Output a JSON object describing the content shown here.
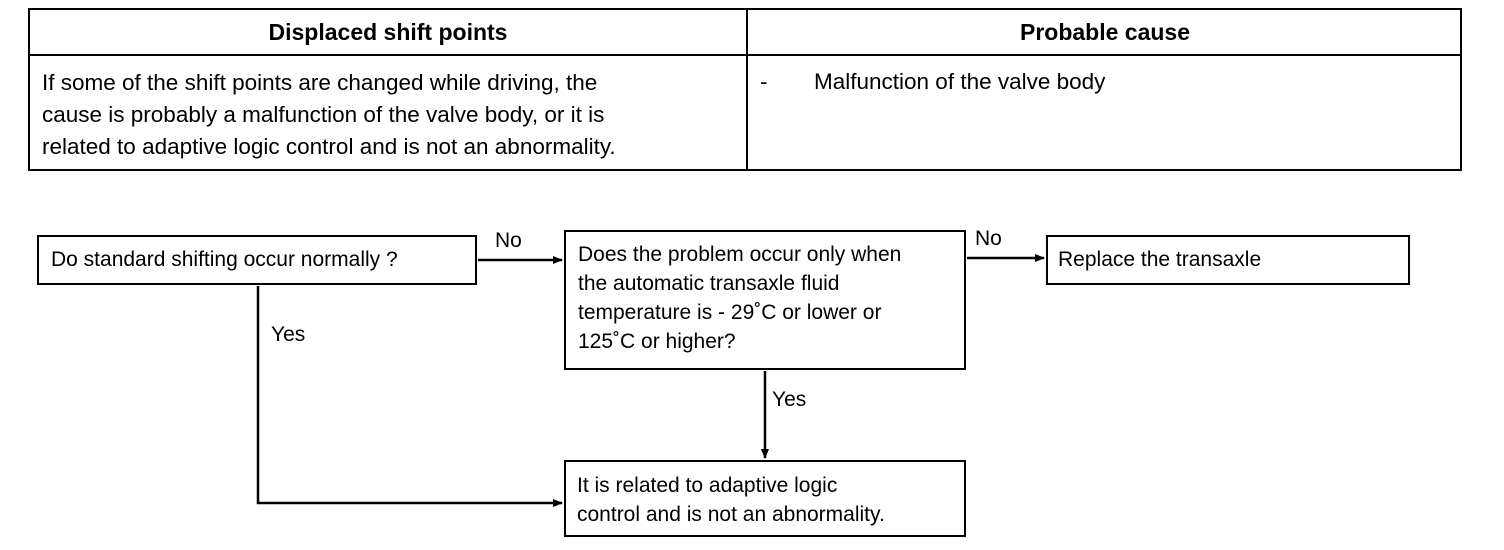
{
  "table": {
    "header_left": "Displaced shift points",
    "header_right": "Probable cause",
    "description_lines": [
      "If some of the shift points are changed while driving, the",
      "cause is probably a malfunction of the valve body, or it is",
      "related to adaptive logic control and is not an abnormality."
    ],
    "cause_bullet": "-",
    "cause": "Malfunction of the valve body"
  },
  "flowchart": {
    "q1": "Do standard shifting occur normally ?",
    "q2_lines": [
      "Does the problem occur only when",
      "the automatic transaxle fluid",
      "temperature is - 29˚C or lower or",
      "125˚C or higher?"
    ],
    "action_replace": "Replace the transaxle",
    "result_lines": [
      "It is related to adaptive logic",
      "control and is not an abnormality."
    ],
    "label_no_1": "No",
    "label_no_2": "No",
    "label_yes_1": "Yes",
    "label_yes_2": "Yes"
  }
}
